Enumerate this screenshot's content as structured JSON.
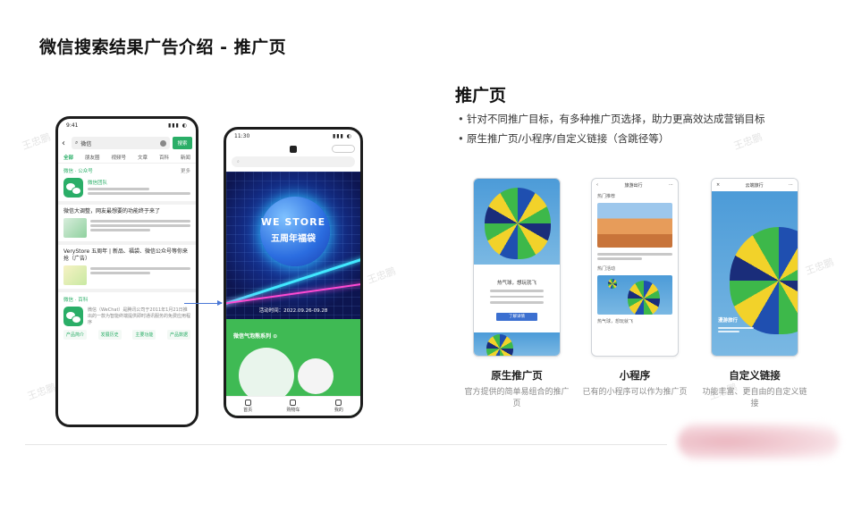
{
  "slide": {
    "title": "微信搜索结果广告介绍 - 推广页"
  },
  "watermark": "王忠鹏",
  "phone1": {
    "time": "9:41",
    "query": "微信",
    "search_btn": "搜索",
    "tabs": [
      "全部",
      "朋友圈",
      "视频号",
      "文章",
      "百科",
      "新闻"
    ],
    "account_section": "微信 · 公众号",
    "account_more": "更多",
    "account_name": "微信团队",
    "ad_title_1": "微信大调整，网友最想要的功能终于来了",
    "ad_source": "VeryStore 五周年 | 新品、福袋、微信公众号等你来抢（广告）",
    "baike_section": "微信 · 百科",
    "baike_text": "微信（WeChat）是腾讯公司于2011年1月21日推出的一款为智能终端提供即时通讯服务的免费应用程序",
    "links": [
      "产品简介",
      "发展历史",
      "主要功能",
      "产品数据"
    ]
  },
  "phone2": {
    "time": "11:30",
    "banner_line1": "WE STORE",
    "banner_line2": "五周年福袋",
    "banner_date": "活动时间：2022.09.26-09.28",
    "green_label": "微信气泡熊系列 ⊙",
    "tabs": [
      "首页",
      "购物车",
      "我的"
    ]
  },
  "right": {
    "title": "推广页",
    "bullets": [
      "针对不同推广目标，有多种推广页选择，助力更高效达成营销目标",
      "原生推广页/小程序/自定义链接（含跳径等）"
    ],
    "mock1": {
      "text": "热气球，想玩就飞",
      "cta": "了解详情"
    },
    "mock2": {
      "nav": "旅游出行",
      "section1": "热门推荐",
      "section2": "热门活动",
      "cap1": "热气球，想玩就飞"
    },
    "mock3": {
      "nav": "云端旅行",
      "overlay": "漫游旅行"
    },
    "captions": [
      {
        "title": "原生推广页",
        "desc": "官方提供的简单易组合的推广页"
      },
      {
        "title": "小程序",
        "desc": "已有的小程序可以作为推广页"
      },
      {
        "title": "自定义链接",
        "desc": "功能丰富、更自由的自定义链接"
      }
    ]
  },
  "colors": {
    "wechat_green": "#2aae67",
    "arrow_blue": "#4a78d6",
    "cta_blue": "#3b6fd0"
  }
}
